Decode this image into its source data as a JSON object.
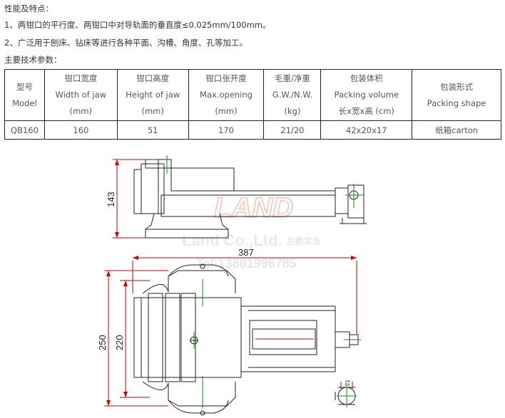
{
  "intro": {
    "features_title": "性能及特点：",
    "feature_1": "1、两钳口的平行度、两钳口中对导轨面的垂直度≤0.025mm/100mm。",
    "feature_2": "2、广泛用于刨床、钻床等进行各种平面、沟槽、角度、孔等加工。",
    "params_title": "主要技术参数："
  },
  "table": {
    "headers": [
      {
        "cn": "型号",
        "en": "Model",
        "unit": ""
      },
      {
        "cn": "钳口宽度",
        "en": "Width of jaw",
        "unit": "(mm)"
      },
      {
        "cn": "钳口高度",
        "en": "Height of jaw",
        "unit": "(mm)"
      },
      {
        "cn": "钳口张开度",
        "en": "Max.opening",
        "unit": "(mm)"
      },
      {
        "cn": "毛重/净重",
        "en": "G.W./N.W.",
        "unit": "(kg)"
      },
      {
        "cn": "包装体积",
        "en": "Packing volume",
        "unit": "长x宽x高 (cm)"
      },
      {
        "cn": "包装形式",
        "en": "Packing shape",
        "unit": ""
      }
    ],
    "row": [
      "QB160",
      "160",
      "51",
      "170",
      "21/20",
      "42x20x17",
      "纸箱carton"
    ]
  },
  "drawing": {
    "dim_height": "143",
    "dim_length": "387",
    "dim_width_outer": "250",
    "dim_width_inner": "220",
    "dim_small": "21",
    "watermark_logo": "LAND",
    "watermark_company": "Land Co.,Ltd.",
    "watermark_company_cn": "兰教实业",
    "watermark_tel": "Tel:13801996785"
  },
  "colors": {
    "dimension_line": "#cc0000",
    "center_line": "#009900",
    "watermark": "#f3c9bd"
  }
}
